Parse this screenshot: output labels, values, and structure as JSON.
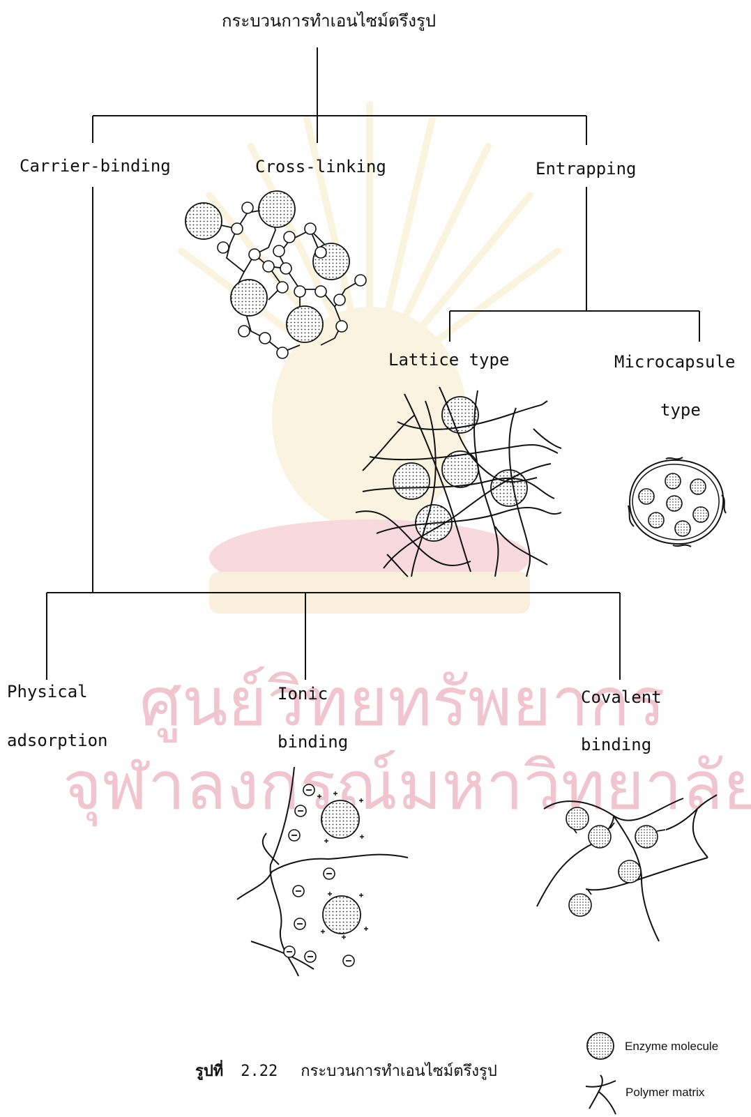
{
  "diagram": {
    "title": "กระบวนการทำเอนไซม์ตรึงรูป",
    "methods": {
      "carrier_binding": "Carrier-binding",
      "cross_linking": "Cross-linking",
      "entrapping": "Entrapping"
    },
    "entrapping_types": {
      "lattice": "Lattice type",
      "microcapsule_line1": "Microcapsule",
      "microcapsule_line2": "type"
    },
    "carrier_types": {
      "physical_line1": "Physical",
      "physical_line2": "adsorption",
      "ionic_line1": "Ionic",
      "ionic_line2": "binding",
      "covalent_line1": "Covalent",
      "covalent_line2": "binding"
    },
    "caption": {
      "label": "รูปที่",
      "number": "2.22",
      "text": "กระบวนการทำเอนไซม์ตรึงรูป"
    },
    "legend": {
      "enzyme": "Enzyme molecule",
      "polymer": "Polymer matrix"
    },
    "watermark": {
      "line1": "ศูนย์วิทยทรัพยากร",
      "line2": "จุฬาลงกรณ์มหาวิทยาลัย"
    }
  }
}
